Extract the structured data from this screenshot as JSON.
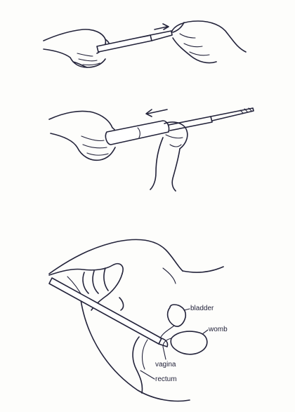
{
  "figure": {
    "labels": {
      "bladder": "bladder",
      "womb": "womb",
      "vagina": "vagina",
      "rectum": "rectum"
    }
  }
}
